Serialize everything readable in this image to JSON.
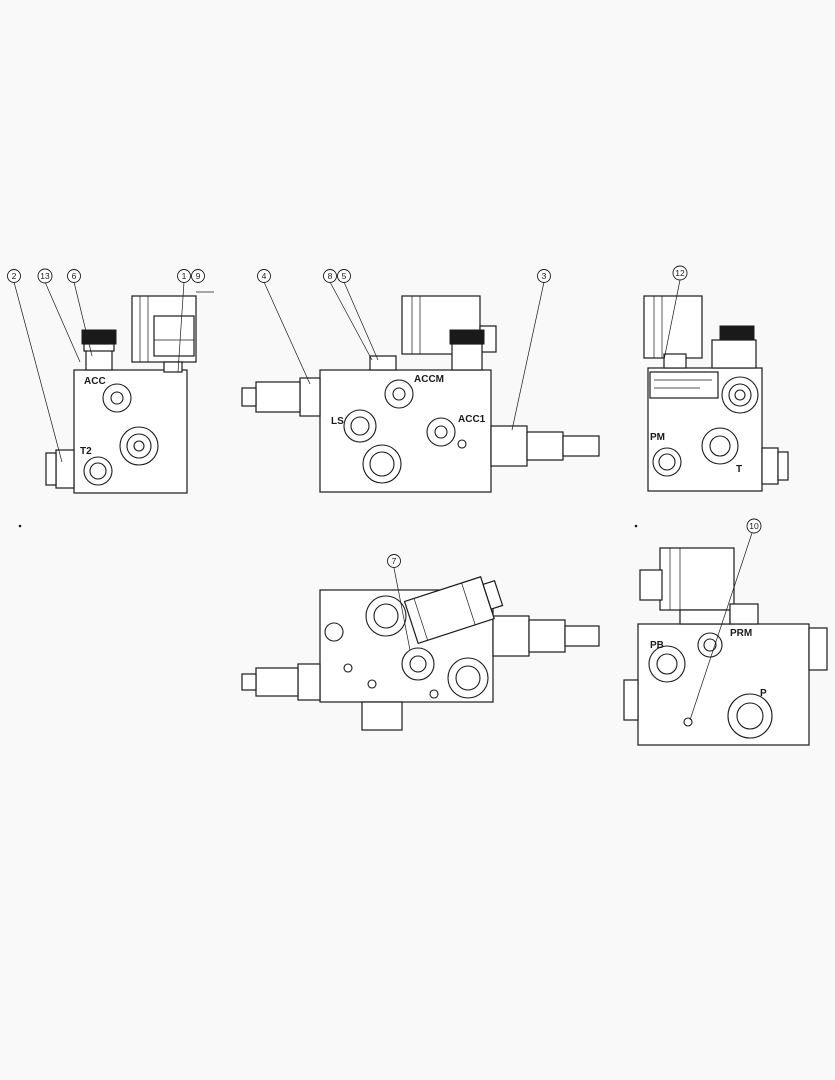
{
  "views": {
    "front": {
      "labels": {
        "acc": "ACC",
        "t2": "T2"
      }
    },
    "side": {
      "labels": {
        "accm": "ACCM",
        "ls": "LS",
        "acc1": "ACC1"
      }
    },
    "rear": {
      "labels": {
        "pm": "PM",
        "t": "T"
      }
    },
    "bottom_right": {
      "labels": {
        "pb": "PB",
        "prm": "PRM",
        "p": "P"
      }
    }
  },
  "callouts": {
    "c2": "2",
    "c13": "13",
    "c6": "6",
    "c1": "1",
    "c9": "9",
    "c4": "4",
    "c8": "8",
    "c5": "5",
    "c3": "3",
    "c12": "12",
    "c7": "7",
    "c10": "10"
  }
}
